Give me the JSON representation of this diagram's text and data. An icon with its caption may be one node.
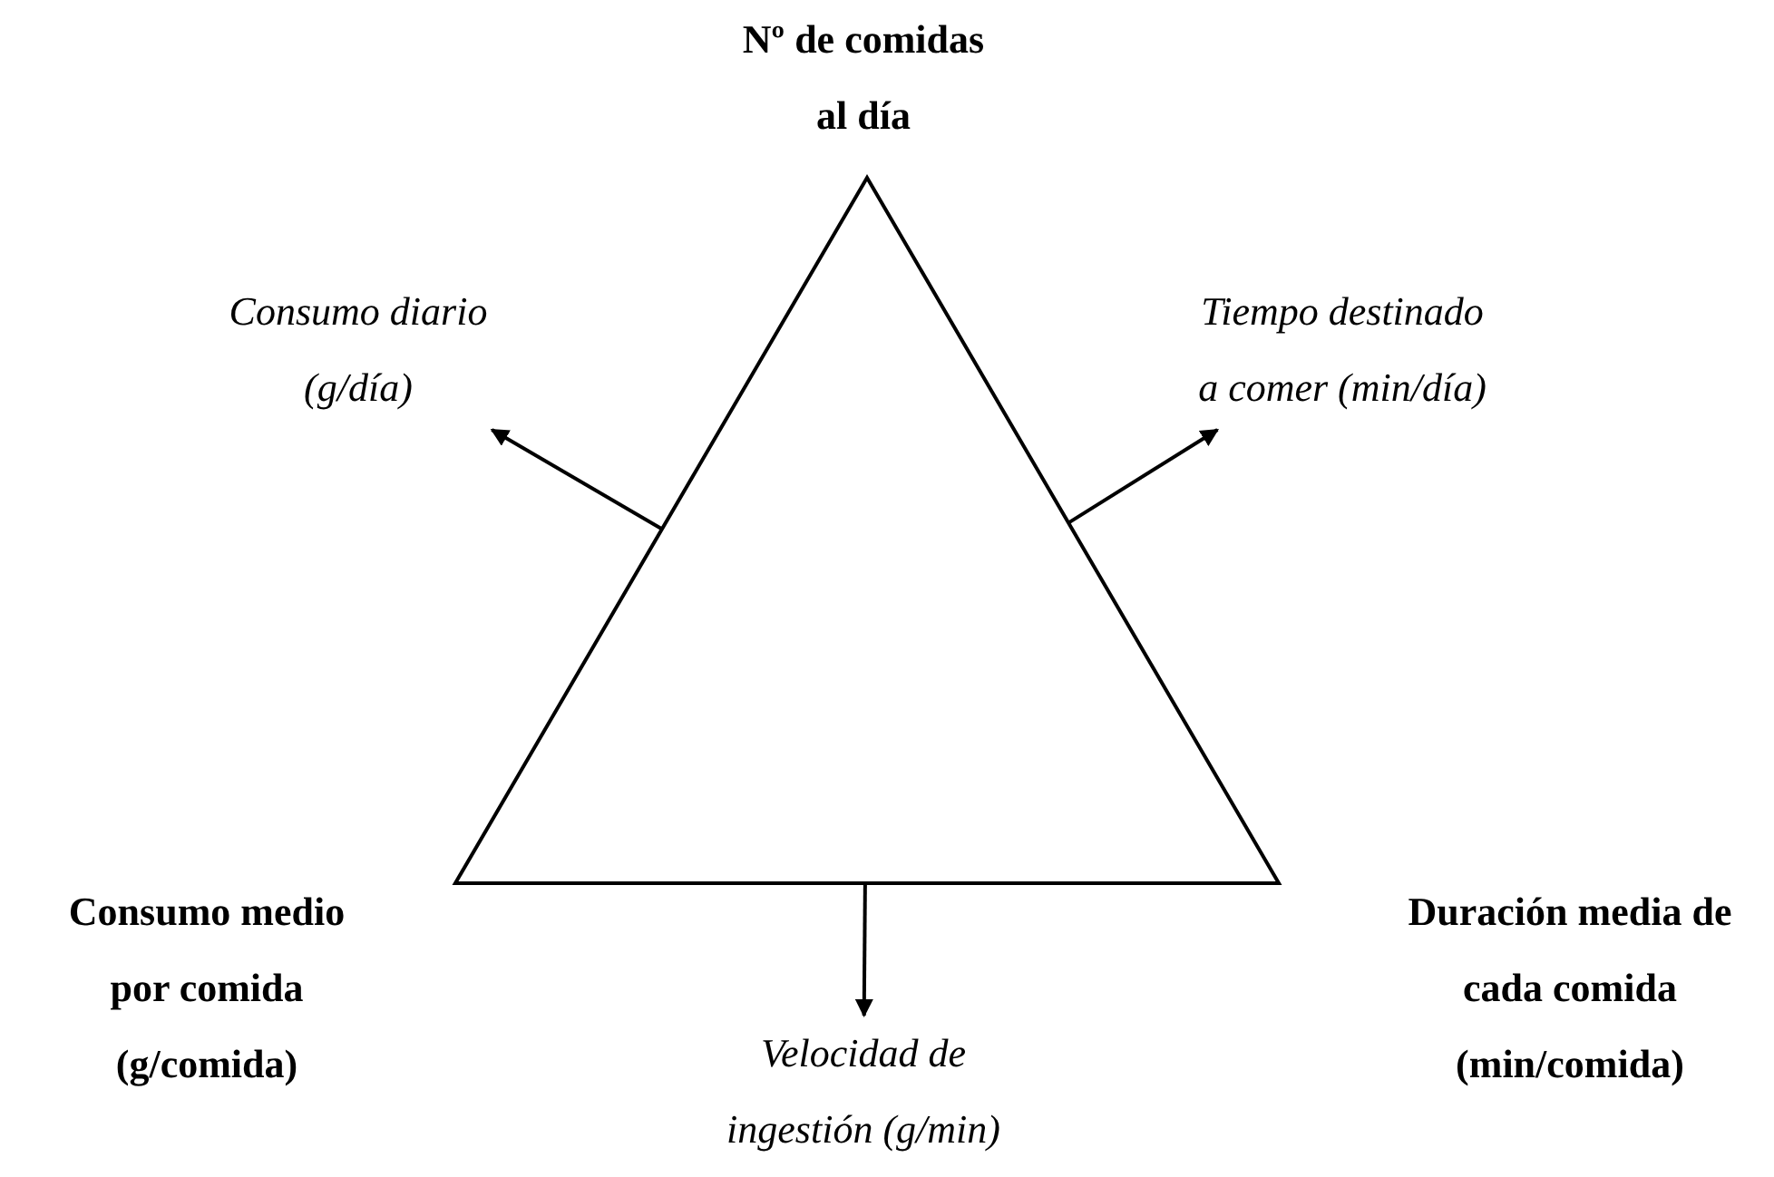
{
  "diagram": {
    "nodes": [
      {
        "text": [],
        "shape": "triangle"
      },
      {
        "text": [
          "Consumo diario (g/día)"
        ]
      },
      {
        "text": [
          "Tiempo destinado a comer (min/día)"
        ]
      },
      {
        "text": [
          "Velocidad de ingestión (g/min)"
        ]
      }
    ],
    "edges": [
      {
        "from": 0,
        "to": 1,
        "arrow": "to"
      },
      {
        "from": 0,
        "to": 2,
        "arrow": "to"
      },
      {
        "from": 0,
        "to": 3,
        "arrow": "to"
      }
    ],
    "labels": [
      "Nº de comidas al día",
      "Consumo medio por comida (g/comida)",
      "Duración media de cada comida (min/comida)"
    ]
  }
}
